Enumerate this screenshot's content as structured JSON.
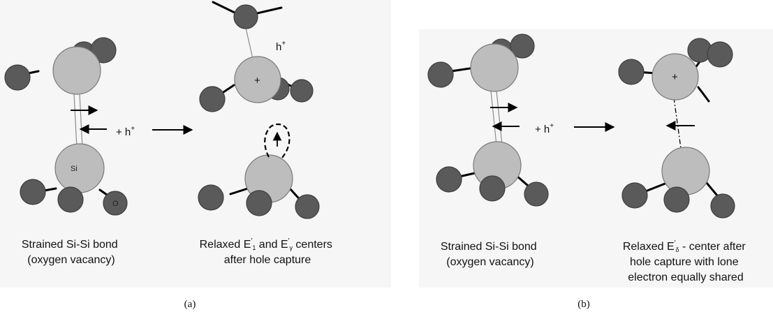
{
  "panel_a": {
    "label": "(a)",
    "si_label": "Si",
    "o_label": "O",
    "reaction": {
      "prefix": "+ h",
      "sup": "+"
    },
    "hole": {
      "main": "h",
      "sup": "+"
    },
    "plus_sign": "+",
    "caption_left": [
      "Strained Si-Si bond",
      "(oxygen vacancy)"
    ],
    "caption_right": {
      "line1_parts": [
        "Relaxed E",
        "′",
        "1",
        " and E",
        "′",
        "γ",
        " centers"
      ],
      "line2": "after hole capture"
    }
  },
  "panel_b": {
    "label": "(b)",
    "reaction": {
      "prefix": "+ h",
      "sup": "+"
    },
    "plus_sign": "+",
    "caption_left": [
      "Strained Si-Si bond",
      "(oxygen vacancy)"
    ],
    "caption_right": {
      "line1_parts": [
        "Relaxed E",
        "′",
        "δ",
        " - center after"
      ],
      "line2": "hole capture with lone",
      "line3": "electron equally shared"
    }
  }
}
